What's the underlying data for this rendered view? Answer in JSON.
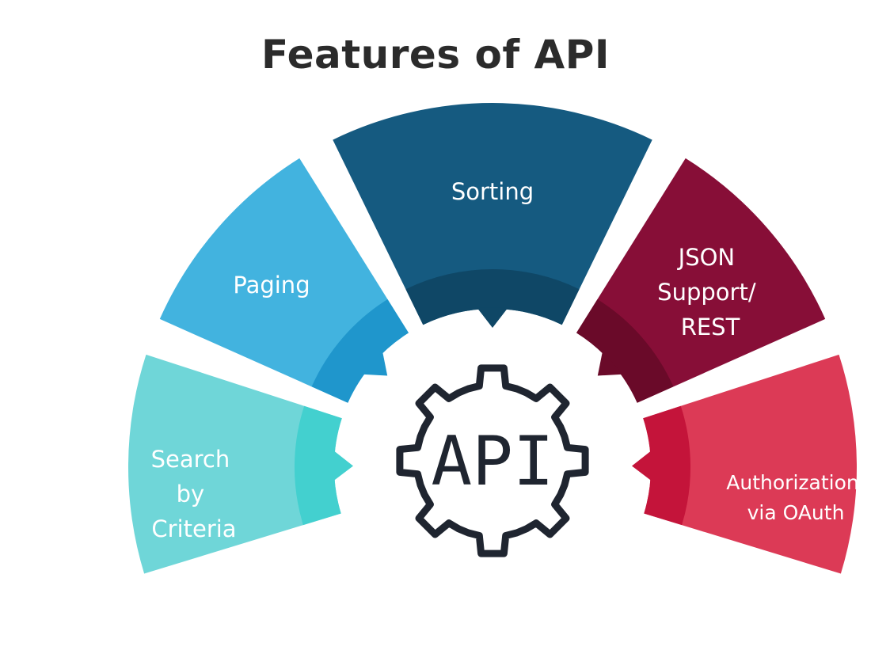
{
  "title": "Features of API",
  "center": {
    "label": "API",
    "icon": "gear-icon"
  },
  "segments": [
    {
      "id": "search",
      "lines": [
        "Search",
        "by",
        "Criteria"
      ],
      "color": "#6fd6d8",
      "inner_color": "#43d0cf"
    },
    {
      "id": "paging",
      "lines": [
        "Paging"
      ],
      "color": "#42b3df",
      "inner_color": "#1f96cc"
    },
    {
      "id": "sorting",
      "lines": [
        "Sorting"
      ],
      "color": "#155a80",
      "inner_color": "#0f4766"
    },
    {
      "id": "json",
      "lines": [
        "JSON",
        "Support/",
        "REST"
      ],
      "color": "#870e37",
      "inner_color": "#6a0a29"
    },
    {
      "id": "auth",
      "lines": [
        "Authorization",
        "via OAuth"
      ],
      "color": "#dc3a56",
      "inner_color": "#c4143a"
    }
  ]
}
